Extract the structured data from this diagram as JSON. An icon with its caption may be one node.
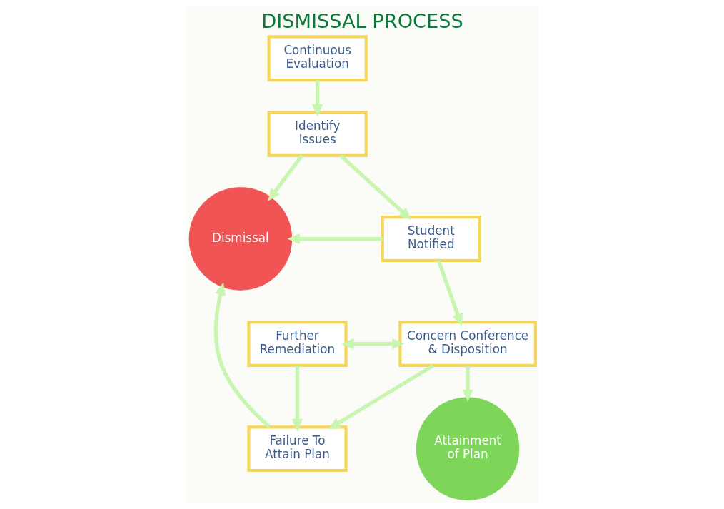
{
  "diagram": {
    "title": "DISMISSAL PROCESS",
    "nodes": [
      {
        "text": [
          "Continuous Evaluation"
        ]
      },
      {
        "text": [
          "Identify Issues"
        ]
      },
      {
        "text": [
          "Dismissal"
        ]
      },
      {
        "text": [
          "Student Notified"
        ]
      },
      {
        "text": [
          "Attainment of Plan"
        ]
      },
      {
        "text": [
          "Concern Conference & Disposition"
        ]
      },
      {
        "text": [
          "Further Remediation"
        ]
      },
      {
        "text": [
          "Failure To Attain Plan"
        ]
      }
    ],
    "edges": [
      {
        "from": 0,
        "to": 1,
        "arrow": "to"
      },
      {
        "from": 1,
        "to": 2,
        "arrow": "to"
      },
      {
        "from": 1,
        "to": 3,
        "arrow": "to"
      },
      {
        "from": 3,
        "to": 2,
        "arrow": "to"
      },
      {
        "from": 3,
        "to": 5,
        "arrow": "to"
      },
      {
        "from": 5,
        "to": 4,
        "arrow": "to"
      },
      {
        "from": 5,
        "to": 6,
        "arrow": "both"
      },
      {
        "from": 5,
        "to": 7,
        "arrow": "to"
      },
      {
        "from": 6,
        "to": 7,
        "arrow": "to"
      },
      {
        "from": 7,
        "to": 2,
        "arrow": "to"
      }
    ]
  }
}
